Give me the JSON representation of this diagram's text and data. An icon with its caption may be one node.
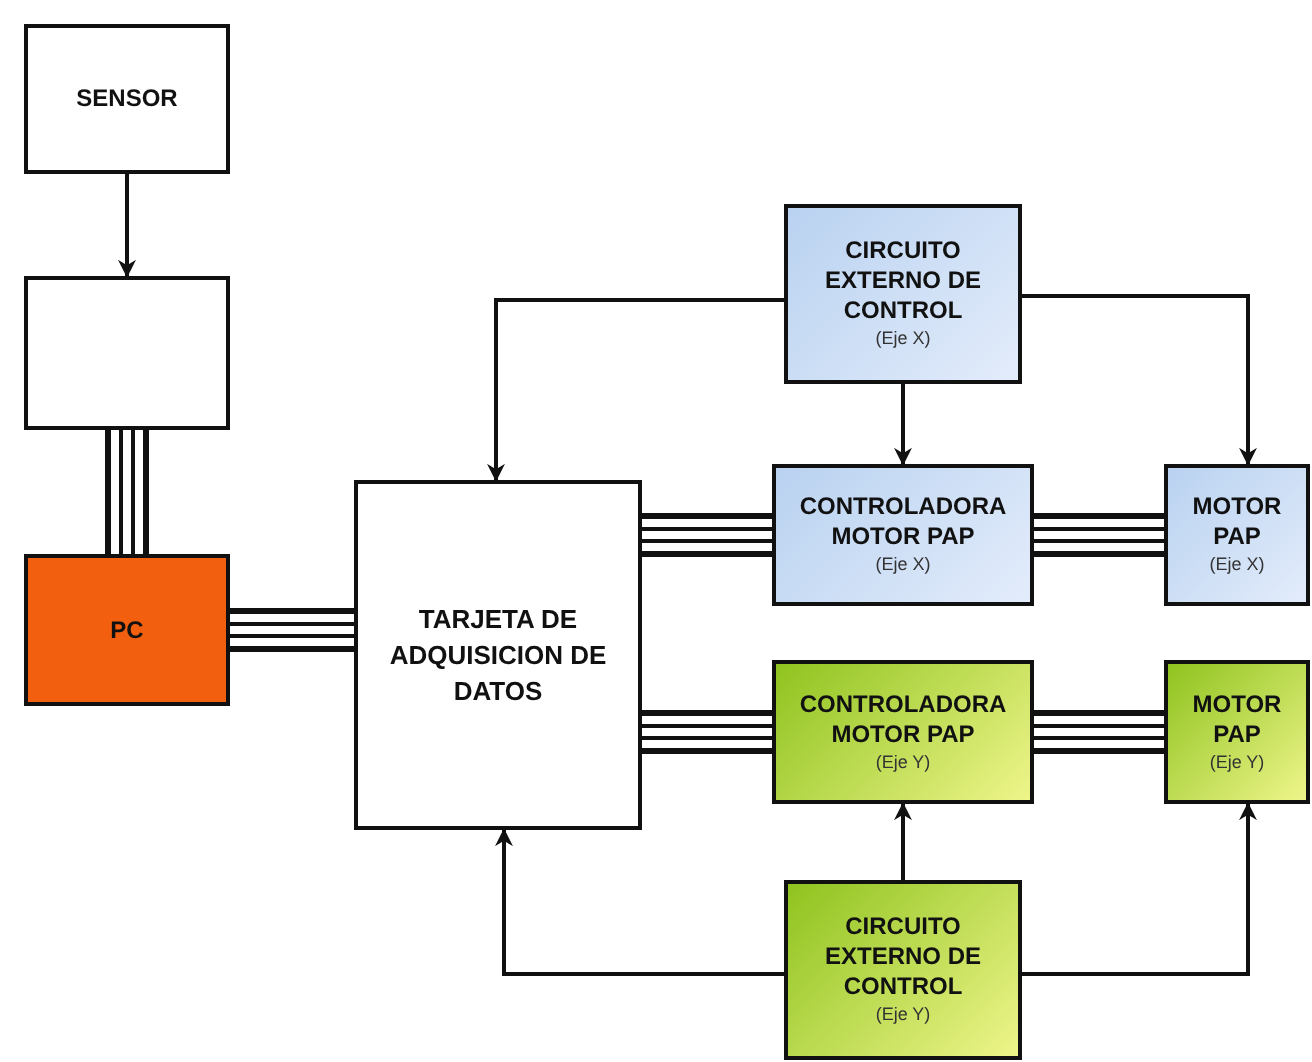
{
  "diagram": {
    "nodes": [
      {
        "text": [
          "SENSOR"
        ]
      },
      {
        "text": [],
        "shape": "box"
      },
      {
        "text": [
          "PC"
        ]
      },
      {
        "text": [
          "TARJETA DE ADQUISICION DE DATOS"
        ]
      },
      {
        "text": [
          "CIRCUITO EXTERNO DE CONTROL",
          "(Eje X)"
        ]
      },
      {
        "text": [
          "CONTROLADORA MOTOR PAP",
          "(Eje X)"
        ]
      },
      {
        "text": [
          "MOTOR PAP",
          "(Eje X)"
        ]
      },
      {
        "text": [
          "CONTROLADORA MOTOR PAP",
          "(Eje Y)"
        ]
      },
      {
        "text": [
          "MOTOR PAP",
          "(Eje Y)"
        ]
      },
      {
        "text": [
          "CIRCUITO EXTERNO DE CONTROL",
          "(Eje Y)"
        ]
      }
    ],
    "edges": [
      {
        "from": 0,
        "to": 1,
        "arrow": "to"
      },
      {
        "from": 1,
        "to": 2,
        "arrow": "none",
        "style": "thick"
      },
      {
        "from": 2,
        "to": 3,
        "arrow": "none",
        "style": "thick"
      },
      {
        "from": 3,
        "to": 5,
        "arrow": "none",
        "style": "thick"
      },
      {
        "from": 5,
        "to": 6,
        "arrow": "none",
        "style": "thick"
      },
      {
        "from": 3,
        "to": 7,
        "arrow": "none",
        "style": "thick"
      },
      {
        "from": 7,
        "to": 8,
        "arrow": "none",
        "style": "thick"
      },
      {
        "from": 4,
        "to": 3,
        "arrow": "to"
      },
      {
        "from": 4,
        "to": 5,
        "arrow": "to"
      },
      {
        "from": 4,
        "to": 6,
        "arrow": "to"
      },
      {
        "from": 9,
        "to": 3,
        "arrow": "to"
      },
      {
        "from": 9,
        "to": 7,
        "arrow": "to"
      },
      {
        "from": 9,
        "to": 8,
        "arrow": "to"
      }
    ]
  }
}
